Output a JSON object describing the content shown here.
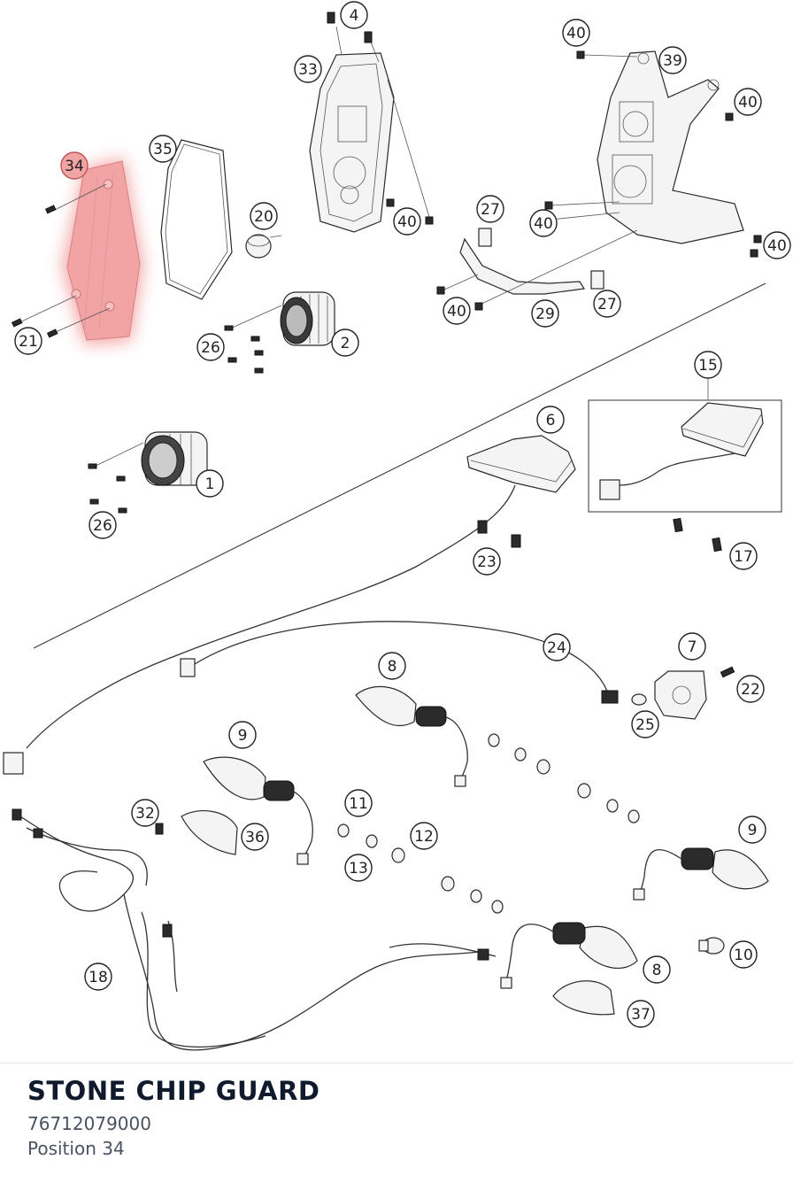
{
  "part": {
    "name": "STONE CHIP GUARD",
    "number": "76712079000",
    "position": "Position 34"
  },
  "highlight_color": "#f08a8a",
  "callouts": [
    "34",
    "35",
    "33",
    "4",
    "40",
    "39",
    "20",
    "27",
    "21",
    "26",
    "2",
    "29",
    "15",
    "6",
    "1",
    "23",
    "17",
    "7",
    "24",
    "8",
    "22",
    "25",
    "9",
    "11",
    "12",
    "13",
    "32",
    "36",
    "18",
    "10",
    "37"
  ]
}
